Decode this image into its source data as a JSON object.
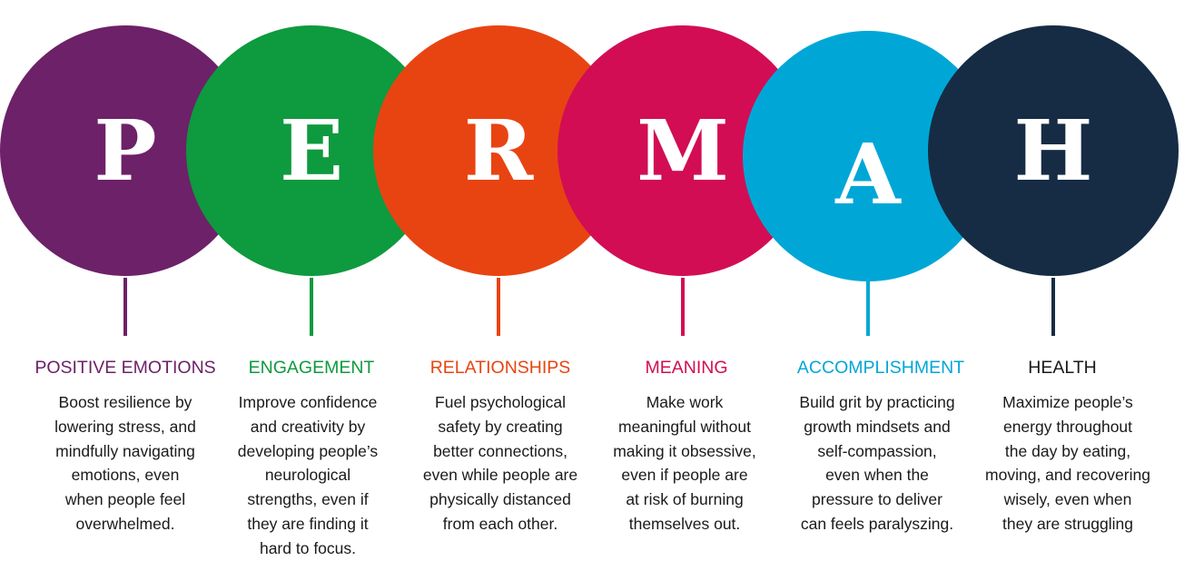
{
  "pillars": [
    {
      "letter": "P",
      "title": "POSITIVE EMOTIONS",
      "color": "#6d2168",
      "title_color": "#6d2168",
      "lines": [
        "Boost resilience by",
        "lowering  stress, and",
        "mindfully navigating",
        "emotions, even",
        "when people feel",
        "overwhelmed."
      ]
    },
    {
      "letter": "E",
      "title": "ENGAGEMENT",
      "color": "#0e9a3e",
      "title_color": "#0e9a3e",
      "lines": [
        "Improve confidence",
        "and creativity by",
        "developing people’s",
        "neurological",
        "strengths, even if",
        "they are finding it",
        "hard to focus."
      ]
    },
    {
      "letter": "R",
      "title": "RELATIONSHIPS",
      "color": "#e84412",
      "title_color": "#e84412",
      "lines": [
        "Fuel psychological",
        "safety by creating",
        "better connections,",
        "even while people are",
        "physically distanced",
        "from each other."
      ]
    },
    {
      "letter": "M",
      "title": "MEANING",
      "color": "#d20d54",
      "title_color": "#d20d54",
      "lines": [
        "Make work",
        "meaningful without",
        "making it obsessive,",
        "even if people are",
        "at risk of burning",
        "themselves out."
      ]
    },
    {
      "letter": "A",
      "title": "ACCOMPLISHMENT",
      "color": "#00a7d6",
      "title_color": "#00a7d6",
      "lines": [
        "Build grit by practicing",
        "growth mindsets and",
        "self-compassion,",
        "even when the",
        "pressure to deliver",
        "can feels paralyszing."
      ]
    },
    {
      "letter": "H",
      "title": "HEALTH",
      "color": "#152c44",
      "title_color": "#1a1a1a",
      "lines": [
        "Maximize people’s",
        "energy throughout",
        "the day by eating,",
        "moving, and recovering",
        "wisely, even when",
        "they are struggling"
      ]
    }
  ]
}
